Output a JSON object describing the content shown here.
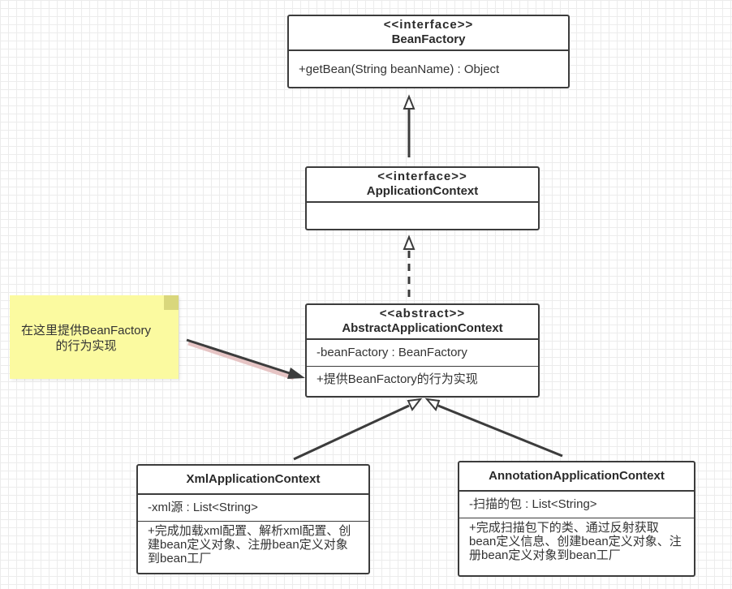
{
  "boxes": {
    "bean_factory": {
      "stereotype": "<<interface>>",
      "name": "BeanFactory",
      "methods": "+getBean(String beanName) : Object"
    },
    "application_context": {
      "stereotype": "<<interface>>",
      "name": "ApplicationContext",
      "methods": ""
    },
    "abstract_application_context": {
      "stereotype": "<<abstract>>",
      "name": "AbstractApplicationContext",
      "attributes": "-beanFactory : BeanFactory",
      "methods": "+提供BeanFactory的行为实现"
    },
    "xml_application_context": {
      "name": "XmlApplicationContext",
      "attributes": "-xml源 : List<String>",
      "methods": "+完成加载xml配置、解析xml配置、创建bean定义对象、注册bean定义对象到bean工厂"
    },
    "annotation_application_context": {
      "name": "AnnotationApplicationContext",
      "attributes": "-扫描的包 : List<String>",
      "methods": "+完成扫描包下的类、通过反射获取bean定义信息、创建bean定义对象、注册bean定义对象到bean工厂"
    }
  },
  "note": {
    "line1": "在这里提供BeanFactory",
    "line2": "的行为实现"
  },
  "colors": {
    "line": "#3c3c3c",
    "note_background": "#fbfaa0",
    "grid": "#ececec"
  }
}
